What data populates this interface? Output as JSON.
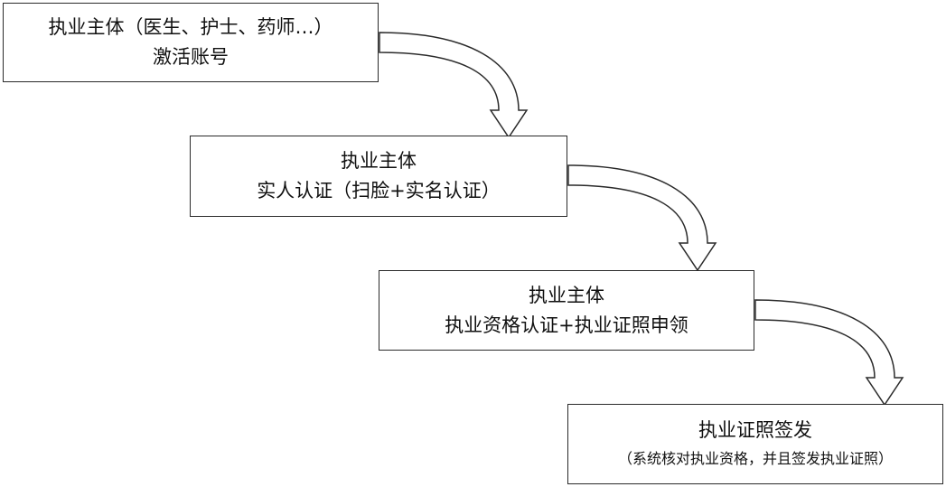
{
  "steps": [
    {
      "line1": "执业主体（医生、护士、药师…）",
      "line2": "激活账号"
    },
    {
      "line1": "执业主体",
      "line2": "实人认证（扫脸+实名认证）"
    },
    {
      "line1": "执业主体",
      "line2": "执业资格认证+执业证照申领"
    },
    {
      "line1": "执业证照签发",
      "line2": "（系统核对执业资格，并且签发执业证照）"
    }
  ],
  "colors": {
    "stroke": "#2a2a2a",
    "fill": "#ffffff",
    "text": "#111111"
  }
}
